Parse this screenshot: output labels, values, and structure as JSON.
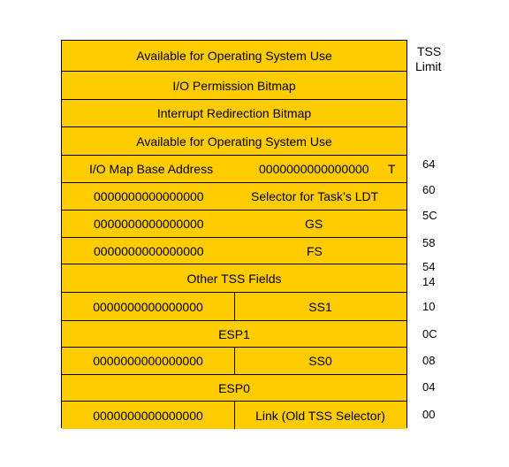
{
  "rows": {
    "avail_top": "Available for Operating System Use",
    "io_bitmap": "I/O Permission Bitmap",
    "int_redir": "Interrupt Redirection Bitmap",
    "avail_mid": "Available for Operating System Use",
    "io_map_label": "I/O Map Base Address",
    "io_map_zeros": "0000000000000000",
    "io_map_t": "T",
    "ldt_zeros": "0000000000000000",
    "ldt_label": "Selector for Task’s LDT",
    "gs_zeros": "0000000000000000",
    "gs_label": "GS",
    "fs_zeros": "0000000000000000",
    "fs_label": "FS",
    "other": "Other TSS Fields",
    "ss1_zeros": "0000000000000000",
    "ss1_label": "SS1",
    "esp1": "ESP1",
    "ss0_zeros": "0000000000000000",
    "ss0_label": "SS0",
    "esp0": "ESP0",
    "link_zeros": "0000000000000000",
    "link_label": "Link (Old TSS Selector)"
  },
  "offsets": {
    "tss_limit_1": "TSS",
    "tss_limit_2": "Limit",
    "o64": "64",
    "o60": "60",
    "o5c": "5C",
    "o58": "58",
    "o54": "54",
    "o14": "14",
    "o10": "10",
    "o0c": "0C",
    "o08": "08",
    "o04": "04",
    "o00": "00"
  },
  "colors": {
    "field_fill": "#FFCC00",
    "border": "#000000"
  }
}
